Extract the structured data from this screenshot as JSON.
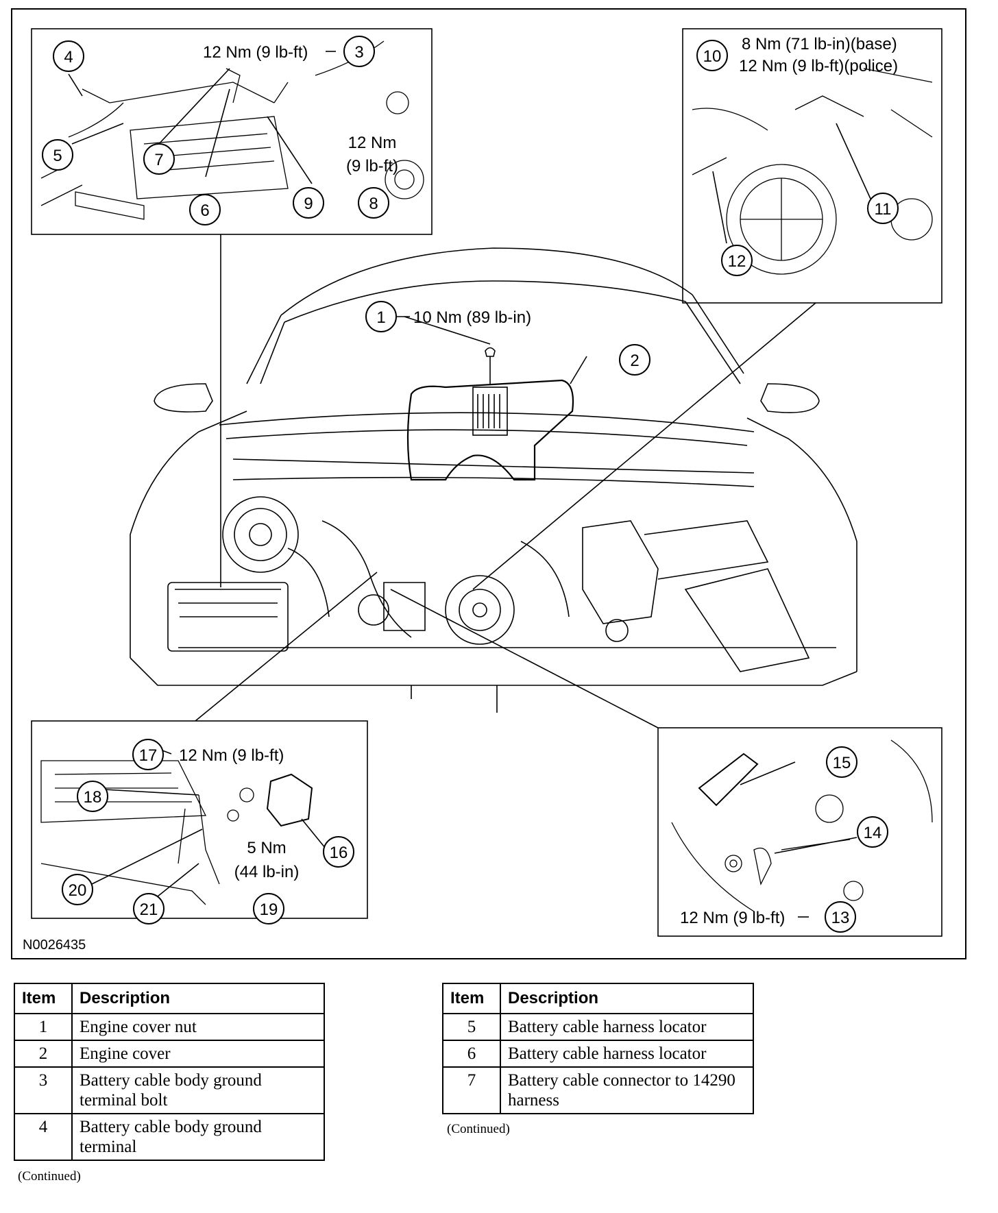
{
  "figure_id": "N0026435",
  "callouts": {
    "c1": "1",
    "c2": "2",
    "c3": "3",
    "c4": "4",
    "c5": "5",
    "c6": "6",
    "c7": "7",
    "c8": "8",
    "c9": "9",
    "c10": "10",
    "c11": "11",
    "c12": "12",
    "c13": "13",
    "c14": "14",
    "c15": "15",
    "c16": "16",
    "c17": "17",
    "c18": "18",
    "c19": "19",
    "c20": "20",
    "c21": "21"
  },
  "torques": {
    "t1": "10 Nm (89 lb-in)",
    "t3": "12 Nm (9 lb-ft)",
    "t8_line1": "12 Nm",
    "t8_line2": "(9 lb-ft)",
    "t10_line1": "8 Nm (71 lb-in)(base)",
    "t10_line2": "12 Nm (9 lb-ft)(police)",
    "t13": "12 Nm (9 lb-ft)",
    "t17": "12 Nm (9 lb-ft)",
    "t19_line1": "5 Nm",
    "t19_line2": "(44 lb-in)"
  },
  "tables": {
    "header_item": "Item",
    "header_desc": "Description",
    "continued": "(Continued)",
    "left": [
      {
        "item": "1",
        "desc": "Engine cover nut"
      },
      {
        "item": "2",
        "desc": "Engine cover"
      },
      {
        "item": "3",
        "desc": "Battery cable body ground terminal bolt"
      },
      {
        "item": "4",
        "desc": "Battery cable body ground terminal"
      }
    ],
    "right": [
      {
        "item": "5",
        "desc": "Battery cable harness locator"
      },
      {
        "item": "6",
        "desc": "Battery cable harness locator"
      },
      {
        "item": "7",
        "desc": "Battery cable connector to 14290 harness"
      }
    ]
  }
}
